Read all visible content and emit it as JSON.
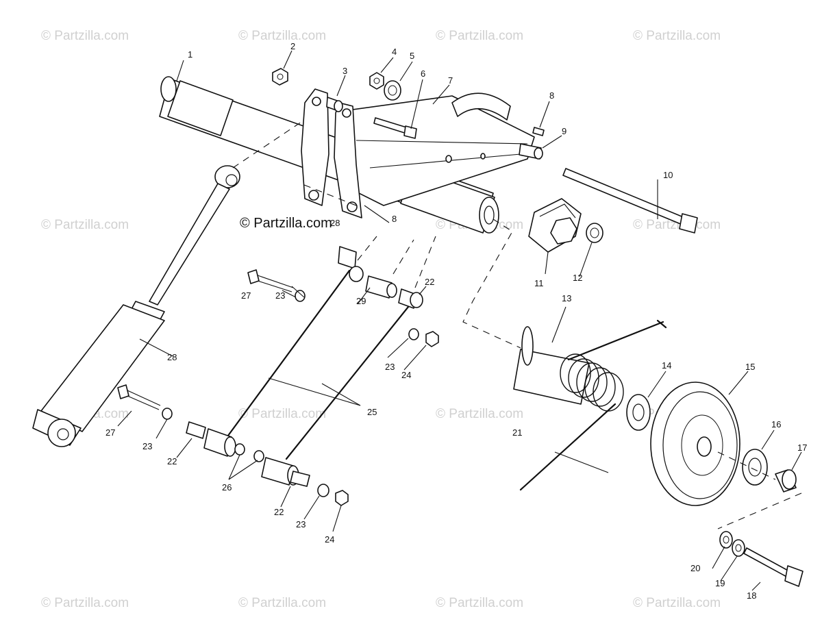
{
  "watermark": "© Partzilla.com",
  "center_watermark": "© Partzilla.com",
  "callouts": {
    "c1": "1",
    "c2": "2",
    "c3": "3",
    "c4": "4",
    "c5": "5",
    "c6": "6",
    "c7": "7",
    "c8a": "8",
    "c8b": "8",
    "c9": "9",
    "c10": "10",
    "c11": "11",
    "c12": "12",
    "c13": "13",
    "c14": "14",
    "c15": "15",
    "c16": "16",
    "c17": "17",
    "c18": "18",
    "c19": "19",
    "c20": "20",
    "c21": "21",
    "c22a": "22",
    "c22b": "22",
    "c22c": "22",
    "c23a": "23",
    "c23b": "23",
    "c23c": "23",
    "c23d": "23",
    "c24a": "24",
    "c24b": "24",
    "c25": "25",
    "c26": "26",
    "c27a": "27",
    "c27b": "27",
    "c28": "28",
    "c29": "29",
    "c30": "28"
  }
}
